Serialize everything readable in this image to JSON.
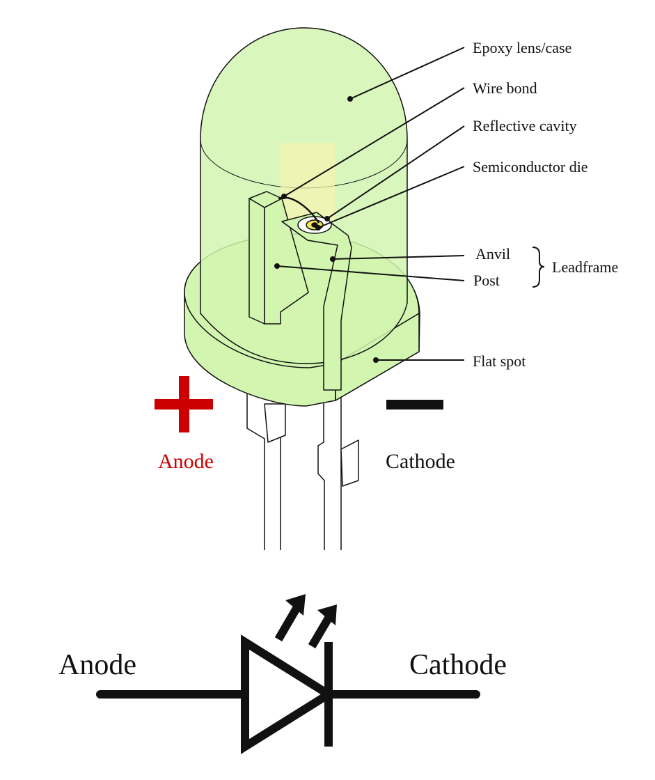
{
  "labels": {
    "epoxy": "Epoxy lens/case",
    "wire_bond": "Wire bond",
    "reflective_cavity": "Reflective cavity",
    "semiconductor_die": "Semiconductor die",
    "anvil": "Anvil",
    "post": "Post",
    "leadframe": "Leadframe",
    "flat_spot": "Flat spot",
    "anode": "Anode",
    "cathode": "Cathode",
    "symbol_anode": "Anode",
    "symbol_cathode": "Cathode"
  },
  "colors": {
    "lens_fill": "#d2f5b0",
    "outline": "#111111",
    "anode_accent": "#cc0000",
    "die": "#f1e25a"
  }
}
